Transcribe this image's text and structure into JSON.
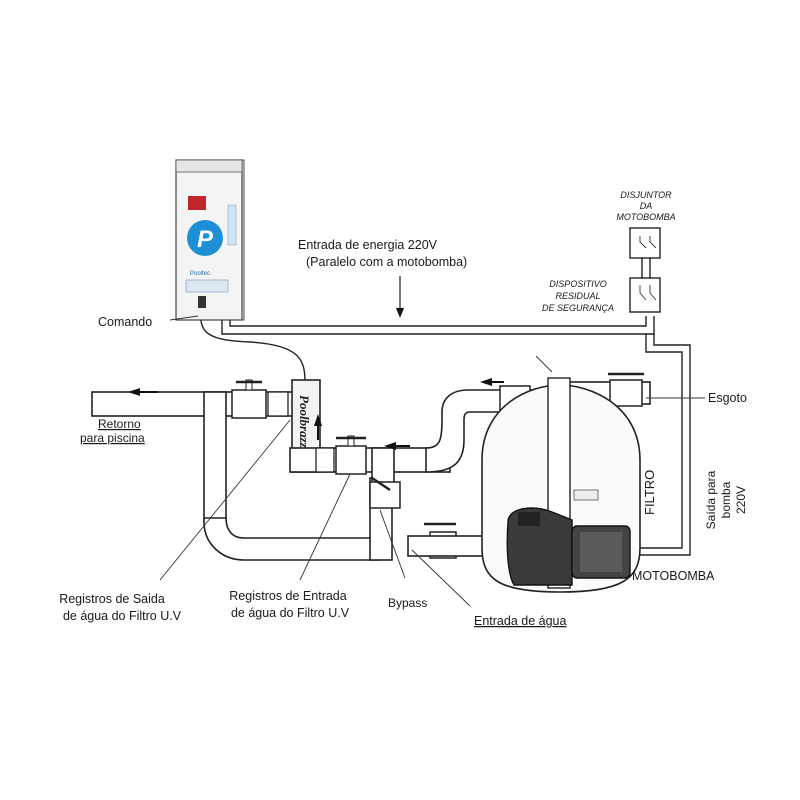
{
  "labels": {
    "comando": "Comando",
    "entrada_energia_1": "Entrada de energia 220V",
    "entrada_energia_2": "(Paralelo com a motobomba)",
    "disjuntor_1": "DISJUNTOR",
    "disjuntor_2": "DA",
    "disjuntor_3": "MOTOBOMBA",
    "dispositivo_1": "DISPOSITIVO",
    "dispositivo_2": "RESIDUAL",
    "dispositivo_3": "DE SEGURANÇA",
    "esgoto": "Esgoto",
    "retorno_1": "Retorno",
    "retorno_2": "para piscina",
    "filtro": "FILTRO",
    "saida_bomba_1": "Saída para",
    "saida_bomba_2": "bomba",
    "saida_bomba_3": "220V",
    "motobomba": "MOTOBOMBA",
    "registros_saida_1": "Registros de Saida",
    "registros_saida_2": "de água do Filtro U.V",
    "registros_entrada_1": "Registros de Entrada",
    "registros_entrada_2": "de água do Filtro U.V",
    "bypass": "Bypass",
    "entrada_agua": "Entrada de água"
  },
  "device": {
    "brand_logo": "P",
    "uv_lamp_brand": "Poolbrazz",
    "panel_brand": "Pooltec"
  },
  "colors": {
    "line": "#222222",
    "logo_blue": "#1c8fd6",
    "label_red": "#c0272d"
  }
}
